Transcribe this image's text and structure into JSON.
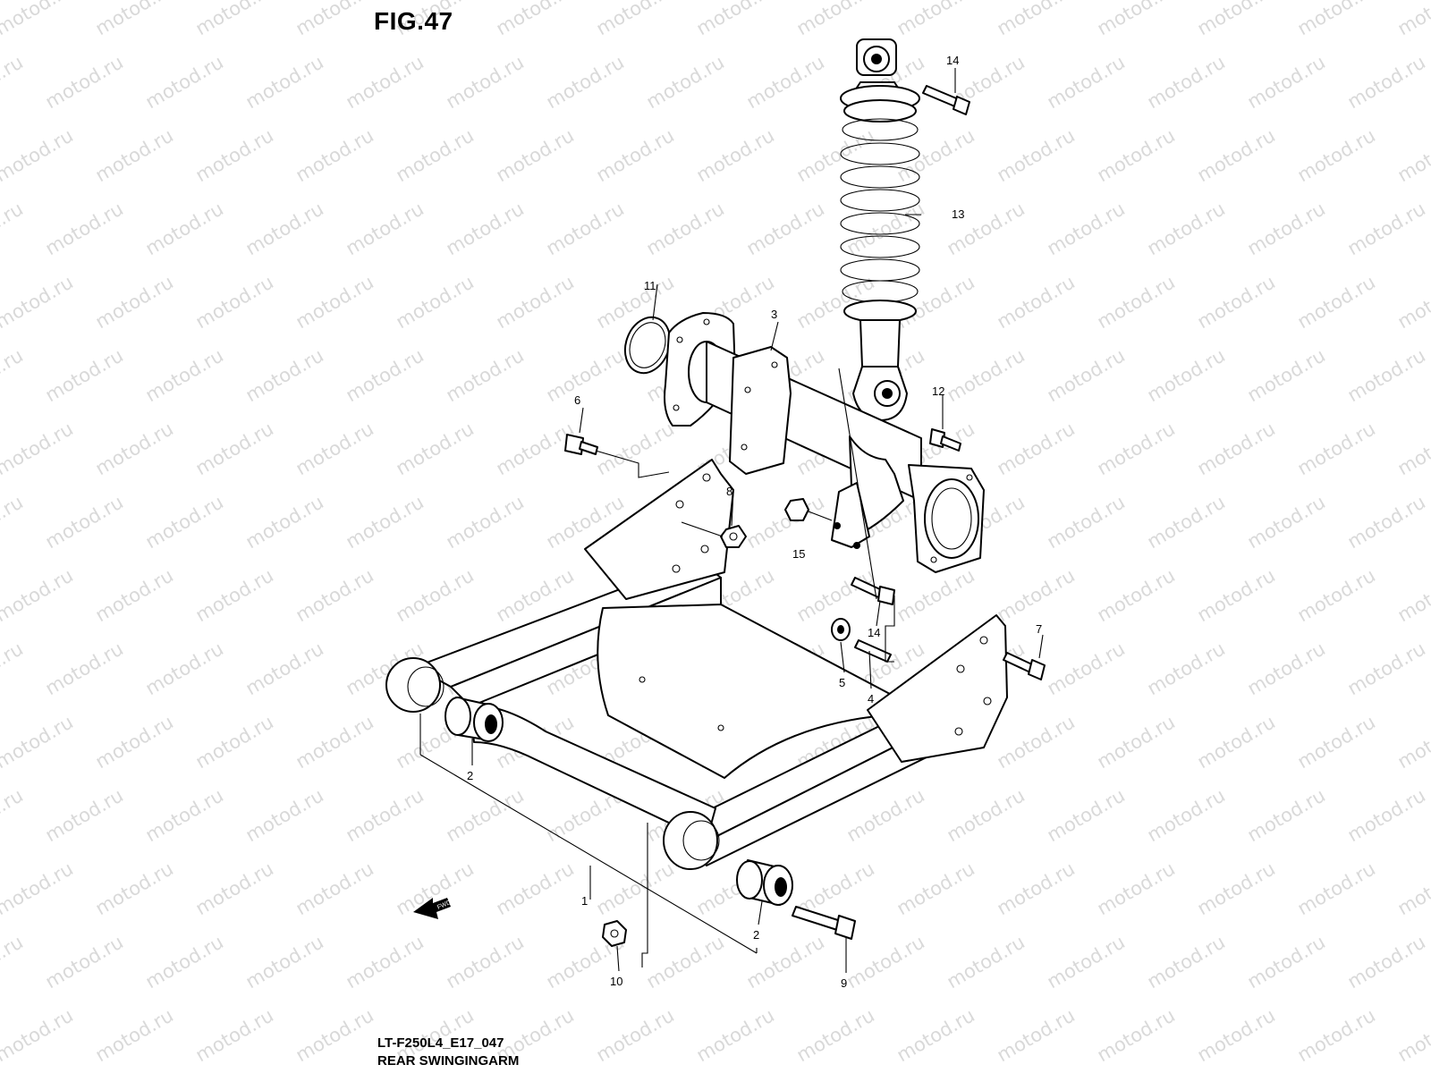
{
  "figure": {
    "title": "FIG.47"
  },
  "footer": {
    "code": "LT-F250L4_E17_047",
    "name": "REAR SWINGINGARM"
  },
  "watermark": {
    "text": "motod.ru",
    "color": "#d9d9d9"
  },
  "fwd_arrow": {
    "label": "FWD"
  },
  "callouts": [
    {
      "id": "c1",
      "label": "1"
    },
    {
      "id": "c2a",
      "label": "2"
    },
    {
      "id": "c2b",
      "label": "2"
    },
    {
      "id": "c3",
      "label": "3"
    },
    {
      "id": "c4",
      "label": "4"
    },
    {
      "id": "c5",
      "label": "5"
    },
    {
      "id": "c6",
      "label": "6"
    },
    {
      "id": "c7",
      "label": "7"
    },
    {
      "id": "c8",
      "label": "8"
    },
    {
      "id": "c9",
      "label": "9"
    },
    {
      "id": "c10",
      "label": "10"
    },
    {
      "id": "c11",
      "label": "11"
    },
    {
      "id": "c12",
      "label": "12"
    },
    {
      "id": "c13",
      "label": "13"
    },
    {
      "id": "c14a",
      "label": "14"
    },
    {
      "id": "c14b",
      "label": "14"
    },
    {
      "id": "c15",
      "label": "15"
    }
  ]
}
